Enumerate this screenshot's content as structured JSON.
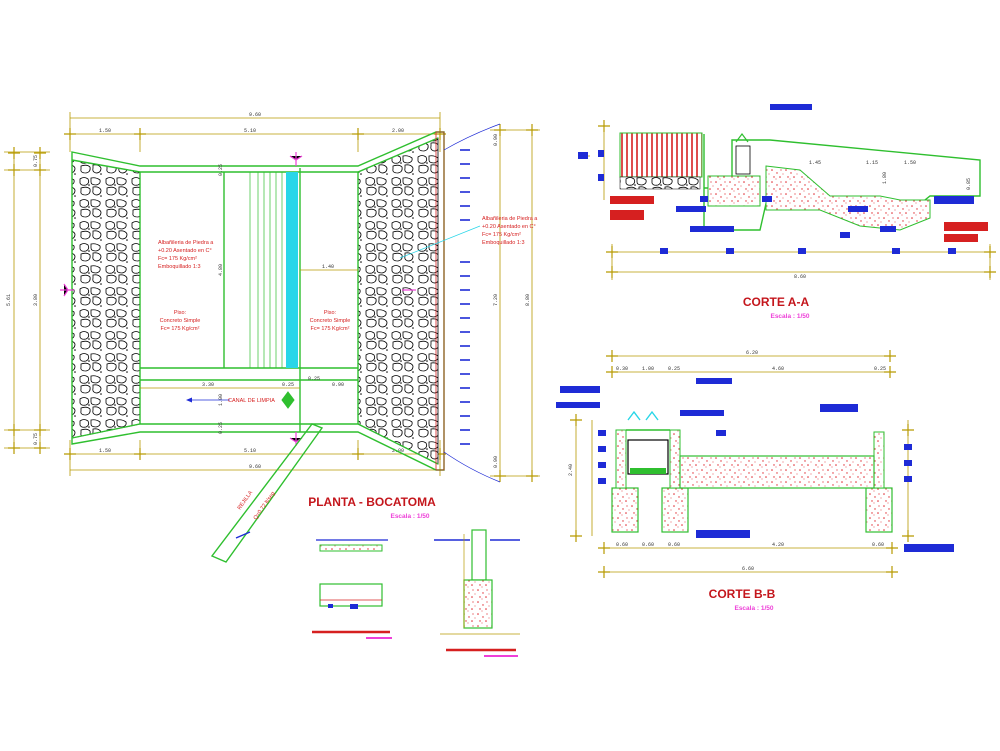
{
  "colors": {
    "green": "#2fbf2f",
    "dim_yellow": "#b89a00",
    "blue": "#1e2bd6",
    "red": "#d62020",
    "magenta": "#ee3fd8",
    "cyan": "#28d6e8",
    "concrete": "#e0282e"
  },
  "planta": {
    "title": "PLANTA - BOCATOMA",
    "scale": "Escala : 1/50",
    "dims_top": {
      "total": "9.60",
      "left": "1.50",
      "center": "5.10",
      "right": "2.00"
    },
    "dims_bottom": {
      "left": "1.50",
      "center": "5.10",
      "right": "2.00",
      "total": "9.60"
    },
    "dims_left": {
      "total": "5.61",
      "inner": "3.80",
      "top_small": "0.75",
      "bottom_small": "0.75"
    },
    "dims_right": {
      "inner": "7.20",
      "total": "8.80",
      "top_small": "0.90",
      "bottom_small": "0.90"
    },
    "interior_dims": {
      "center_top": "0.25",
      "center_mid": "4.80",
      "center_bot": "0.25",
      "width_mid": "1.40",
      "channel_width": "3.30",
      "channel_right": "0.90",
      "channel_small": "1.00",
      "channel_a": "0.25",
      "channel_b": "0.25"
    },
    "note_left": [
      "Albañileria de Piedra a",
      "+0.20 Asentado en C°",
      "Fc= 175 Kg/cm²",
      "Emboquillado 1:3"
    ],
    "note_right": [
      "Albañileria de Piedra a",
      "+0.20 Asentado en C°",
      "Fc= 175 Kg/cm²",
      "Emboquillado 1:3"
    ],
    "piso_left": [
      "Piso:",
      "Concreto Simple",
      "Fc= 175 Kg/cm²"
    ],
    "piso_right": [
      "Piso:",
      "Concreto Simple",
      "Fc= 175 Kg/cm²"
    ],
    "canal_label": "CANAL DE LIMPIA",
    "rejilla_label": "REJILLA",
    "rejilla_sub": "Q=0.72 lt/seg"
  },
  "corte_aa": {
    "title": "CORTE A-A",
    "scale": "Escala : 1/50",
    "dims": {
      "a": "1.45",
      "b": "1.15",
      "c": "1.50",
      "v": "1.80",
      "r": "0.85",
      "total": "8.60"
    }
  },
  "corte_bb": {
    "title": "CORTE B-B",
    "scale": "Escala : 1/50",
    "dims_top": {
      "total": "6.20",
      "a": "0.30",
      "b": "1.00",
      "c": "0.25",
      "d": "4.60",
      "e": "0.25"
    },
    "dims_bottom": {
      "a": "0.60",
      "b": "0.60",
      "c": "0.60",
      "d": "4.20",
      "e": "0.60",
      "total": "6.60"
    },
    "dims_left": {
      "v": "2.40"
    }
  }
}
